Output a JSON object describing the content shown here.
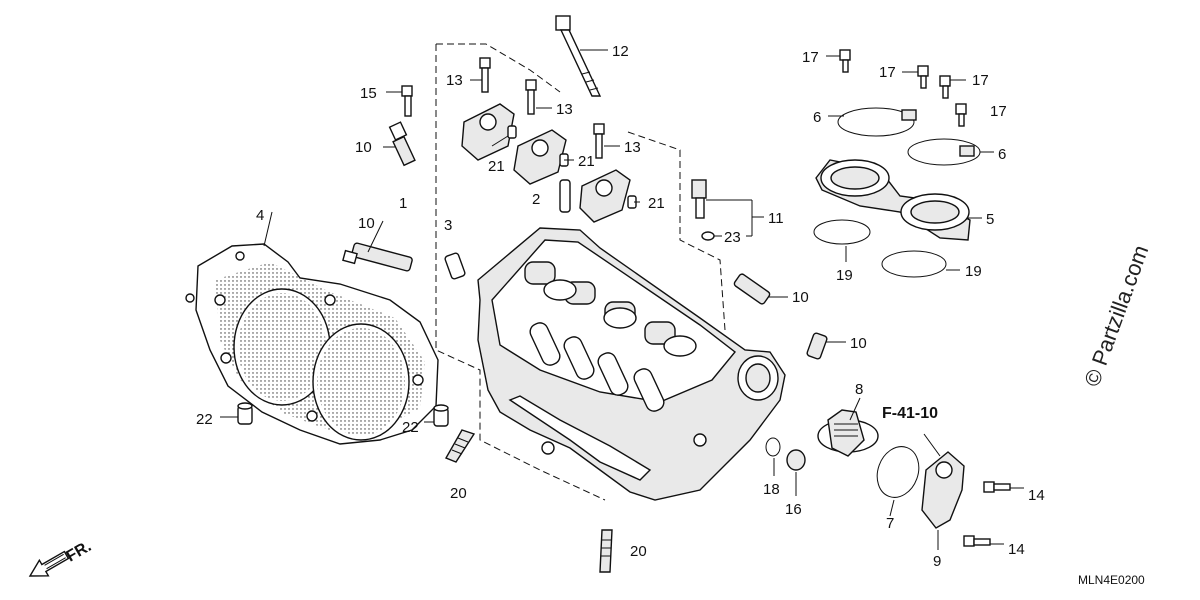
{
  "diagram": {
    "reference": "F-41-10",
    "catalog_code": "MLN4E0200",
    "watermark": "© Partzilla.com",
    "direction_label": "FR."
  },
  "callouts": [
    {
      "id": "c1",
      "text": "1"
    },
    {
      "id": "c2",
      "text": "2"
    },
    {
      "id": "c3",
      "text": "3"
    },
    {
      "id": "c4",
      "text": "4"
    },
    {
      "id": "c5",
      "text": "5"
    },
    {
      "id": "c6a",
      "text": "6"
    },
    {
      "id": "c6b",
      "text": "6"
    },
    {
      "id": "c7",
      "text": "7"
    },
    {
      "id": "c8",
      "text": "8"
    },
    {
      "id": "c9",
      "text": "9"
    },
    {
      "id": "c10a",
      "text": "10"
    },
    {
      "id": "c10b",
      "text": "10"
    },
    {
      "id": "c10c",
      "text": "10"
    },
    {
      "id": "c10d",
      "text": "10"
    },
    {
      "id": "c11",
      "text": "11"
    },
    {
      "id": "c12",
      "text": "12"
    },
    {
      "id": "c13a",
      "text": "13"
    },
    {
      "id": "c13b",
      "text": "13"
    },
    {
      "id": "c13c",
      "text": "13"
    },
    {
      "id": "c14a",
      "text": "14"
    },
    {
      "id": "c14b",
      "text": "14"
    },
    {
      "id": "c15",
      "text": "15"
    },
    {
      "id": "c16",
      "text": "16"
    },
    {
      "id": "c17a",
      "text": "17"
    },
    {
      "id": "c17b",
      "text": "17"
    },
    {
      "id": "c17c",
      "text": "17"
    },
    {
      "id": "c17d",
      "text": "17"
    },
    {
      "id": "c18",
      "text": "18"
    },
    {
      "id": "c19a",
      "text": "19"
    },
    {
      "id": "c19b",
      "text": "19"
    },
    {
      "id": "c20a",
      "text": "20"
    },
    {
      "id": "c20b",
      "text": "20"
    },
    {
      "id": "c21a",
      "text": "21"
    },
    {
      "id": "c21b",
      "text": "21"
    },
    {
      "id": "c21c",
      "text": "21"
    },
    {
      "id": "c22a",
      "text": "22"
    },
    {
      "id": "c22b",
      "text": "22"
    },
    {
      "id": "c23",
      "text": "23"
    }
  ]
}
